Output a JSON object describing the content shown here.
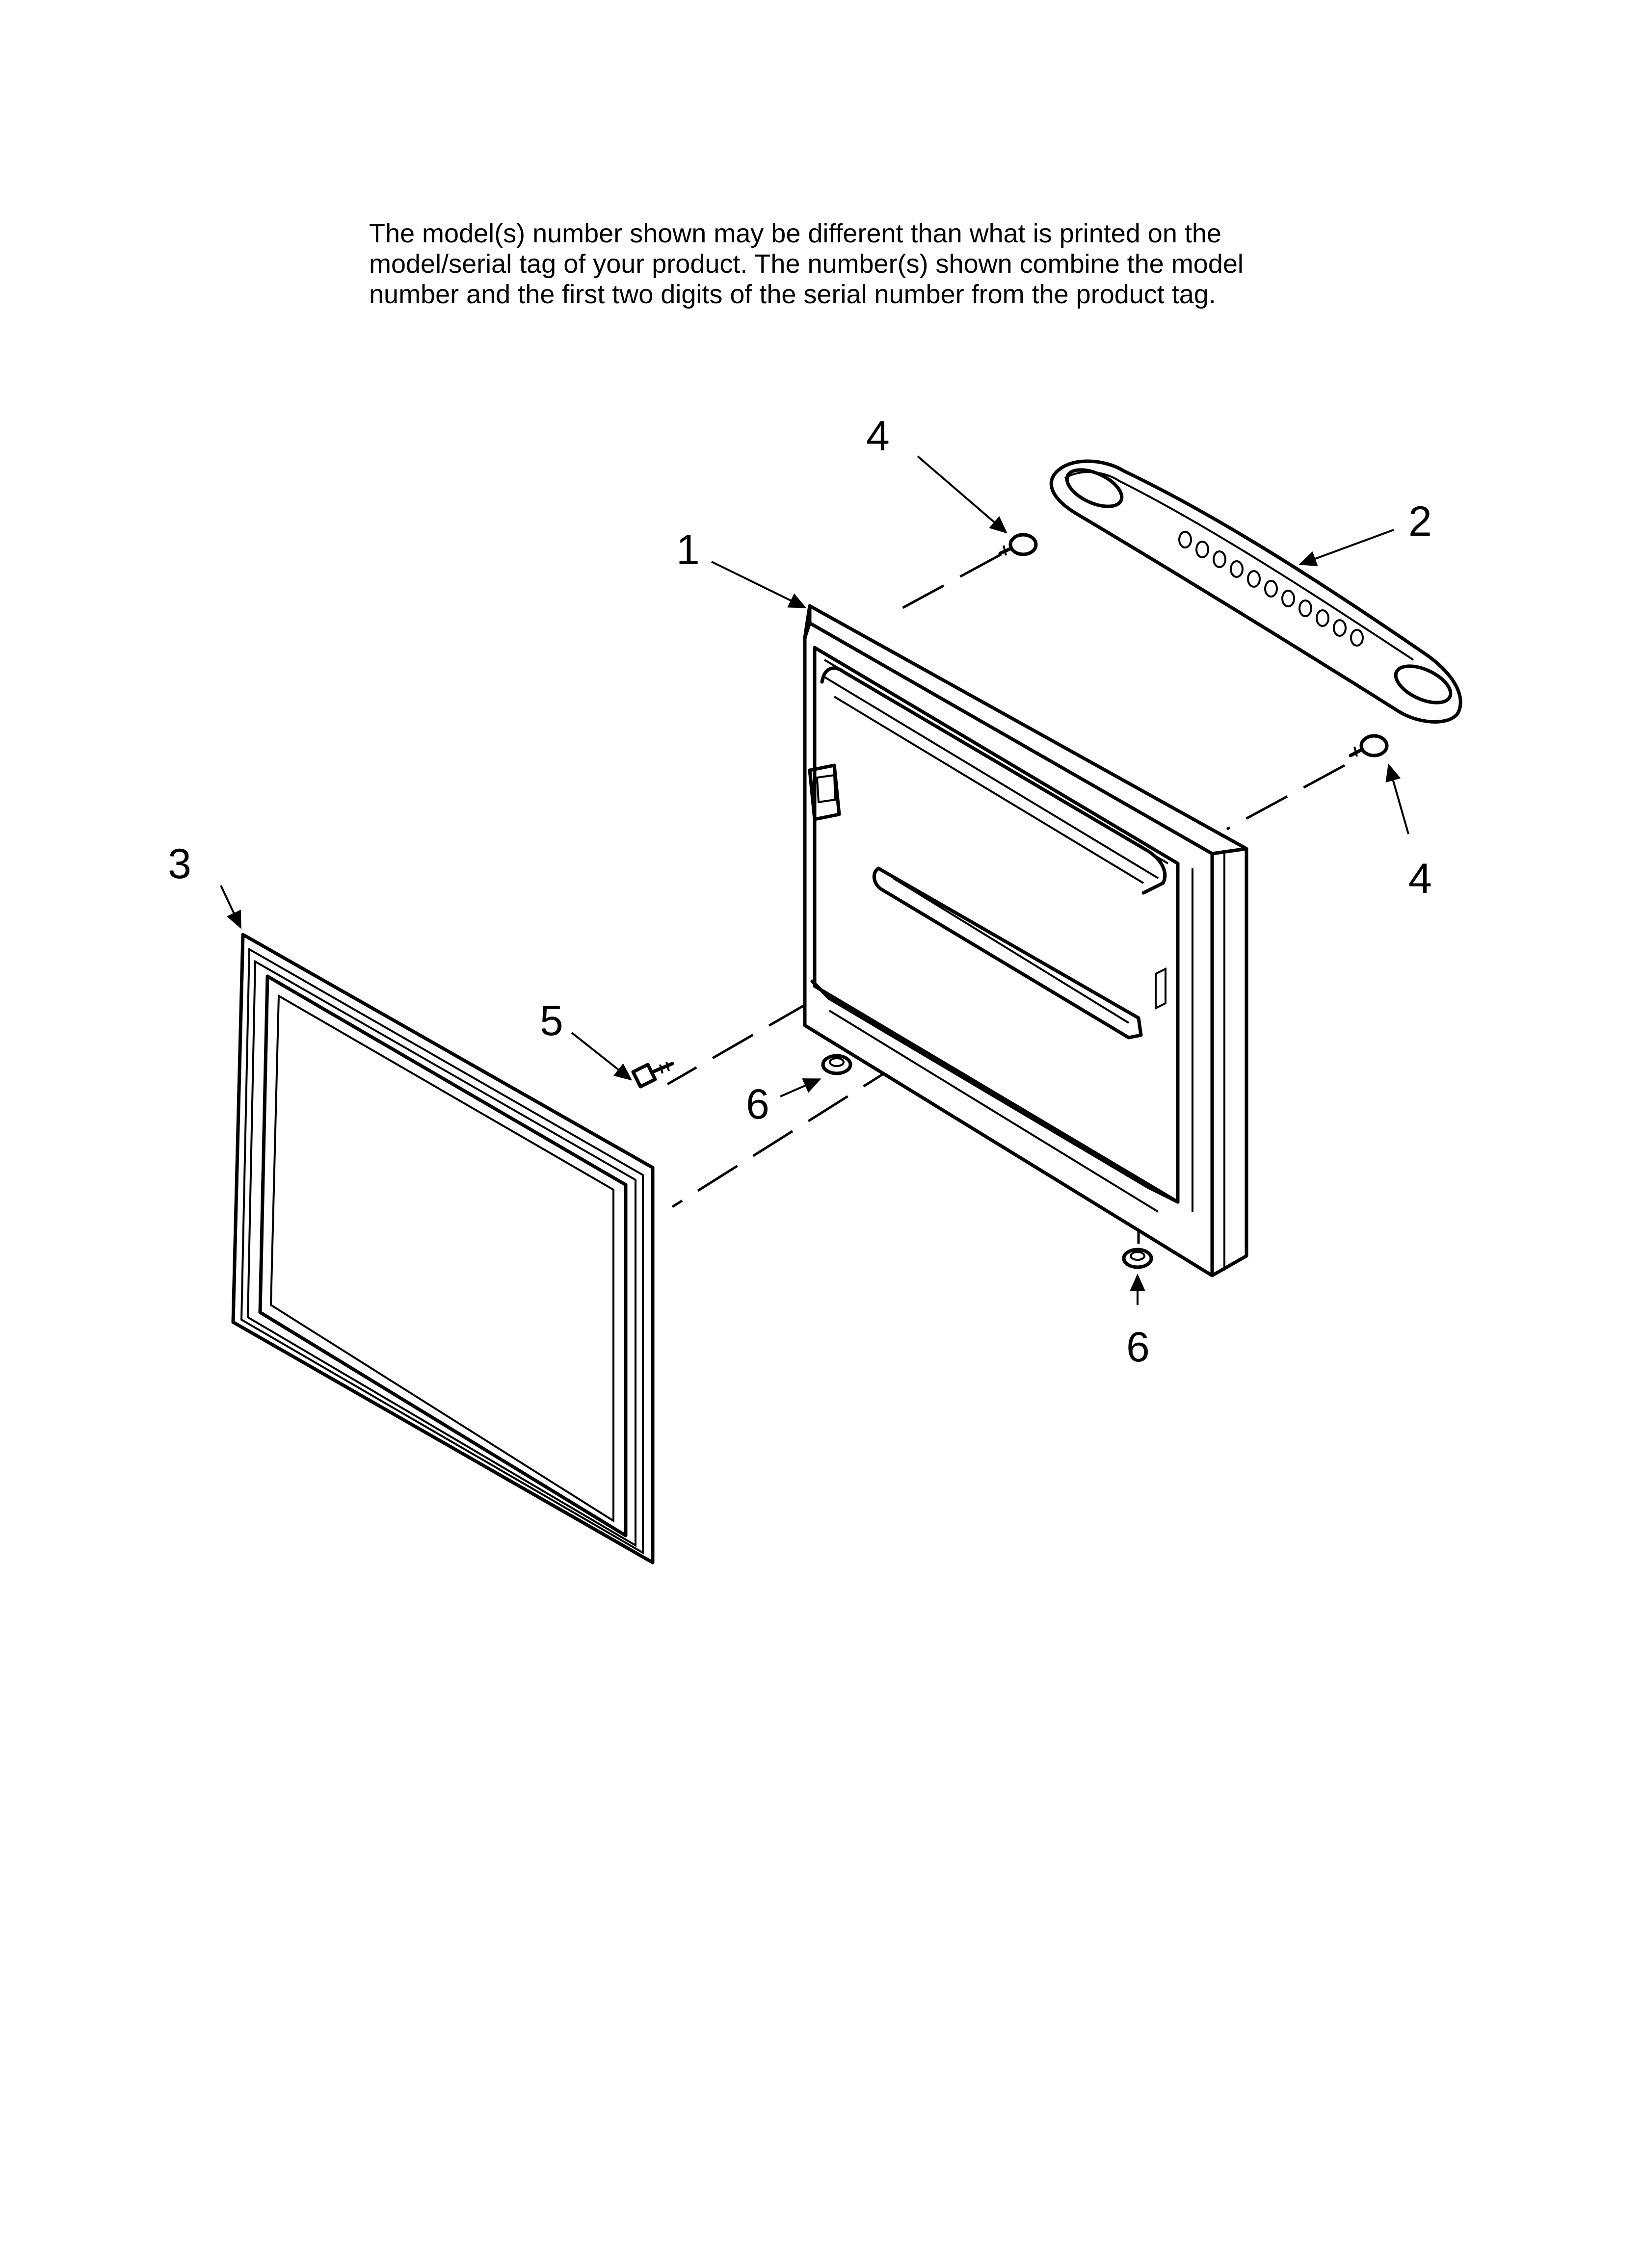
{
  "notice": {
    "lines": [
      "The model(s) number shown may be different than what is printed on the",
      "model/serial tag of your product. The number(s) shown combine the model",
      "number and the first two digits of the serial number from the product tag."
    ]
  },
  "callouts": {
    "door": "1",
    "handle": "2",
    "gasket": "3",
    "handle_screw_top": "4",
    "handle_screw_bottom": "4",
    "door_screw": "5",
    "plug_left": "6",
    "plug_right": "6"
  },
  "colors": {
    "line": "#000000",
    "background": "#ffffff"
  }
}
